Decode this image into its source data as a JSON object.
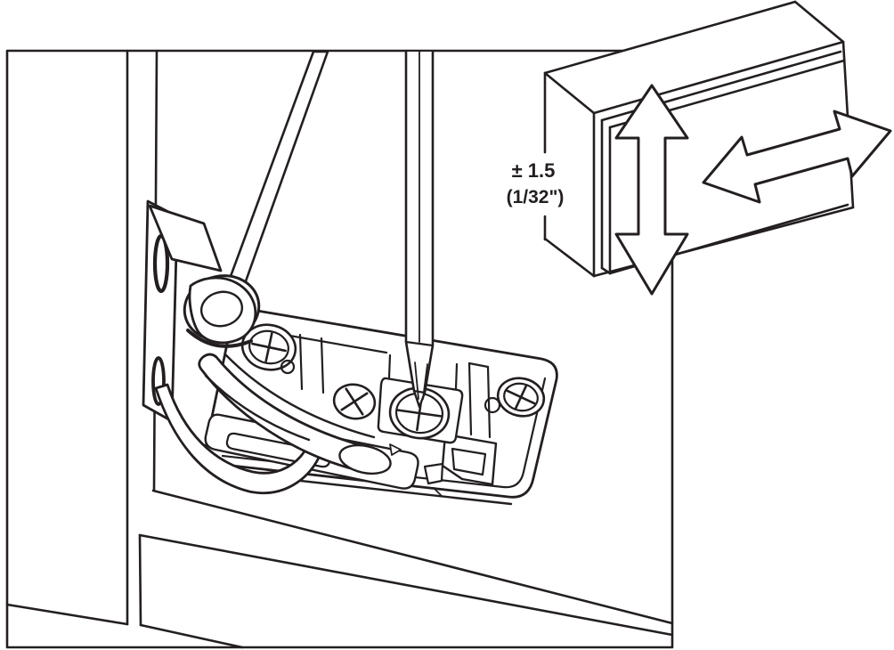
{
  "figure": {
    "kind": "technical-line-illustration",
    "description": "Cabinet hinge mounting-plate adjustment with screwdriver; inset door panel shows vertical and horizontal adjustment range",
    "dimension_label": {
      "line1": "± 1.5",
      "line2": "(1/32\")"
    },
    "colors": {
      "line": "#231f20",
      "background": "#ffffff"
    },
    "icons": {
      "vertical_arrow": "double-headed-vertical-arrow",
      "horizontal_arrow": "double-headed-horizontal-arrow"
    }
  }
}
